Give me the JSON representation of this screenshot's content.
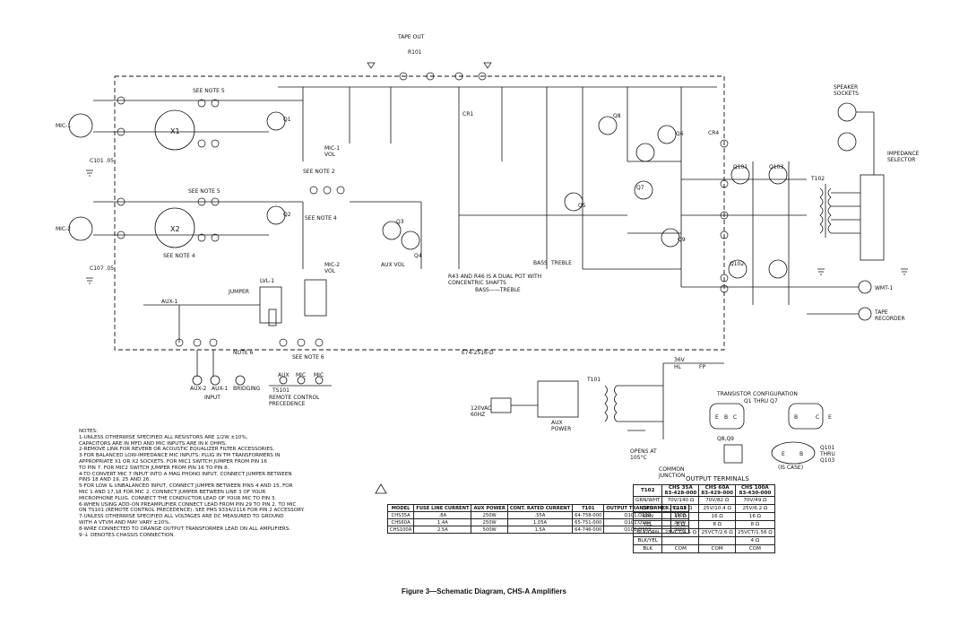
{
  "caption": "Figure 3—Schematic Diagram, CHS-A Amplifiers",
  "inputs": {
    "mic1": "MIC-1",
    "mic2": "MIC-2",
    "aux_in": "AUX-1",
    "aux_labels": [
      "AUX-2",
      "AUX-1",
      "BRIDGING"
    ],
    "input_label": "INPUT",
    "remote_label": "REMOTE CONTROL PRECEDENCE",
    "t5": "TS101",
    "aux_mic_labels": [
      "AUX",
      "MIC",
      "MIC"
    ]
  },
  "components": {
    "x1": "X1",
    "x2": "X2",
    "see_note_5": "SEE NOTE 5",
    "see_note_4": "SEE NOTE 4",
    "see_note_6": "SEE NOTE 6",
    "see_note_2": "SEE NOTE 2",
    "c101": "C101 .05",
    "c107": "C107 .05",
    "q1": "Q1",
    "q2": "Q2",
    "q3": "Q3",
    "q4": "Q4",
    "q5": "Q5",
    "q6": "Q6",
    "q7": "Q7",
    "q8": "Q8",
    "q9": "Q9",
    "q101": "Q101",
    "q102": "Q102",
    "q103": "Q103",
    "t102": "T102",
    "t101": "T101",
    "cr1": "CR1",
    "cr4": "CR4",
    "jumper": "JUMPER",
    "lvl": "LVL-1",
    "part_num": "E74-2516-D",
    "r43_note": "R43 AND R46 IS A DUAL POT WITH CONCENTRIC SHAFTS",
    "bass_treble": "BASS——TREBLE",
    "speaker": "SPEAKER SOCKETS",
    "impedance": "IMPEDANCE SELECTOR",
    "wmt": "WMT-1",
    "tape": "TAPE RECORDER",
    "ac_in": "120VAC 60HZ",
    "aux_power": "AUX POWER",
    "opens_at": "OPENS AT 105°C",
    "common_junction": "COMMON JUNCTION",
    "tape_out": "TAPE OUT",
    "r101": "R101",
    "mic_vol_1": "MIC-1 VOL",
    "mic_vol_2": "MIC-2 VOL",
    "aux_vol": "AUX VOL",
    "bass": "BASS",
    "treble": "TREBLE",
    "note_6": "NOTE 6",
    "ps_vals": [
      "36V",
      "HL",
      "FP"
    ]
  },
  "transistor_config": {
    "title": "TRANSISTOR CONFIGURATION",
    "range": "Q1 THRU Q7",
    "q8q9": "Q8,Q9",
    "q101": "Q101 THRU Q103",
    "case": "(IS CASE)",
    "pins": [
      "E",
      "B",
      "C",
      "B",
      "C",
      "E",
      "E",
      "B"
    ]
  },
  "notes": {
    "title": "NOTES:",
    "items": [
      "1-UNLESS OTHERWISE SPECIFIED ALL RESISTORS ARE 1/2W ±10%,",
      "  CAPACITORS ARE IN MFD AND MIC INPUTS ARE IN K OHMS.",
      "2-REMOVE LINK FOR REVERB OR ACOUSTIC EQUALIZER FILTER ACCESSORIES.",
      "3-FOR BALANCED LOW-IMPEDANCE MIC INPUTS: PLUG IN TM TRANSFORMERS IN",
      "  APPROPRIATE X1 OR X2 SOCKETS. FOR MIC1 SWITCH JUMPER FROM PIN 16",
      "  TO PIN 7. FOR MIC2 SWITCH JUMPER FROM PIN 16 TO PIN 8.",
      "4-TO CONVERT MIC 7 INPUT INTO A MAG PHONO INPUT, CONNECT JUMPER BETWEEN",
      "  PINS 18 AND 19, 25 AND 26.",
      "5-FOR LOW & UNBALANCED INPUT, CONNECT JUMPER BETWEEN PINS 4 AND 15. FOR",
      "  MIC 1 AND 17,18 FOR MIC 2. CONNECT JUMPER BETWEEN LINE 3 OF YOUR",
      "  MICROPHONE PLUG. CONNECT THE CONDUCTOR LEAD OF YOUR MIC TO PIN 3.",
      "6-WHEN USING ADD-ON PREAMPLIFIER CONNECT LEAD FROM PIN 29 TO PIN 2. TO MIC",
      "  ON TS101 (REMOTE CONTROL PRECEDENCE). SEE PMS 9334/2116 FOR PIN 2 ACCESSORY.",
      "7-UNLESS OTHERWISE SPECIFIED ALL VOLTAGES ARE DC MEASURED TO GROUND",
      "  WITH A VTVM AND MAY VARY ±20%.",
      "8-WIRE CONNECTED TO ORANGE OUTPUT TRANSFORMER LEAD ON ALL AMPLIFIERS.",
      "9-⏚ DENOTES CHASSIS CONNECTION."
    ]
  },
  "model_table": {
    "headers": [
      "MODEL",
      "FUSE LINE CURRENT",
      "AUX POWER",
      "CONT. RATED CURRENT",
      "T101",
      "OUTPUT TRANSFORMER",
      "C103"
    ],
    "rows": [
      [
        "CHS35A",
        ".8A",
        "250W",
        ".55A",
        "64-758-000",
        "Q101,Q102",
        "1500"
      ],
      [
        "CHS60A",
        "1.4A",
        "250W",
        "1.05A",
        "65-751-000",
        "Q101,Q102",
        "3000"
      ],
      [
        "CHS100A",
        "2.5A",
        "500W",
        "1.5A",
        "64-746-000",
        "Q101-Q103",
        "3000"
      ]
    ]
  },
  "output_table": {
    "title": "OUTPUT TERMINALS",
    "headers": [
      "T102",
      "CHS 35A\n83-428-000",
      "CHS 60A\n83-429-000",
      "CHS 100A\n83-430-000"
    ],
    "rows": [
      [
        "GRN/WHT",
        "70V/140 Ω",
        "70V/82 Ω",
        "70V/49 Ω"
      ],
      [
        "ORN",
        "25V 18 Ω",
        "25V/10.4 Ω",
        "25V/6.2 Ω"
      ],
      [
        "GRN",
        "16 Ω",
        "16 Ω",
        "16 Ω"
      ],
      [
        "YEL",
        "8 Ω",
        "8 Ω",
        "8 Ω"
      ],
      [
        "BLK/ORN",
        "25VCT/4.5 Ω",
        "25VCT/2.6 Ω",
        "25VCT/1.56 Ω"
      ],
      [
        "BLK/YEL",
        "",
        "",
        "4 Ω"
      ],
      [
        "BLK",
        "COM",
        "COM",
        "COM"
      ]
    ]
  }
}
